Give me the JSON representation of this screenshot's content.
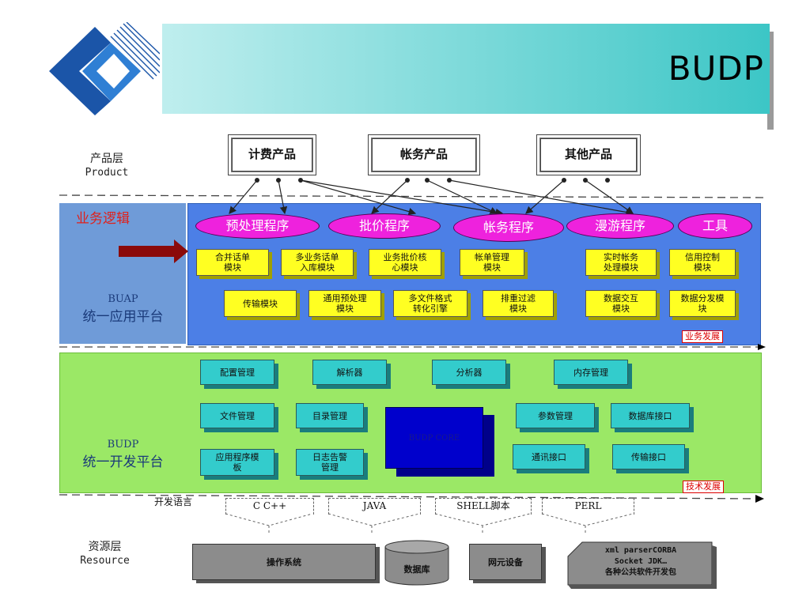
{
  "title": "BUDP",
  "colors": {
    "header_start": "#bfeeee",
    "header_end": "#3cc6c6",
    "ellipse": "#ee22dd",
    "module_yellow": "#ffff22",
    "module_cyan": "#33cccc",
    "buap_bg": "#4c7fe6",
    "budp_bg": "#9be866"
  },
  "product_layer": {
    "label_cn": "产品层",
    "label_en": "Product",
    "products": [
      "计费产品",
      "帐务产品",
      "其他产品"
    ]
  },
  "buap": {
    "business_logic": "业务逻辑",
    "label_short": "BUAP",
    "label_cn": "统一应用平台",
    "programs": [
      "预处理程序",
      "批价程序",
      "帐务程序",
      "漫游程序",
      "工具"
    ],
    "modules": [
      "合并话单\n模块",
      "多业务话单\n入库模块",
      "业务批价核\n心模块",
      "帐单管理\n模块",
      "实时帐务\n处理模块",
      "信用控制\n模块",
      "传输模块",
      "通用预处理\n模块",
      "多文件格式\n转化引擎",
      "排重过滤\n模块",
      "数据交互\n模块",
      "数据分发模\n块"
    ],
    "tag": "业务发展"
  },
  "budp": {
    "label_short": "BUDP",
    "label_cn": "统一开发平台",
    "modules": [
      "配置管理",
      "解析器",
      "分析器",
      "内存管理",
      "文件管理",
      "目录管理",
      "参数管理",
      "数据库接口",
      "应用程序模\n板",
      "日志告警\n管理",
      "通讯接口",
      "传输接口"
    ],
    "core": "BUDP CORE",
    "tag": "技术发展"
  },
  "dev_languages": {
    "label": "开发语言",
    "items": [
      "C  C++",
      "JAVA",
      "SHELL脚本",
      "PERL"
    ]
  },
  "resource_layer": {
    "label_cn": "资源层",
    "label_en": "Resource",
    "items": [
      "操作系统",
      "数据库",
      "网元设备",
      "xml parserCORBA\nSocket JDK…\n各种公共软件开发包"
    ]
  }
}
